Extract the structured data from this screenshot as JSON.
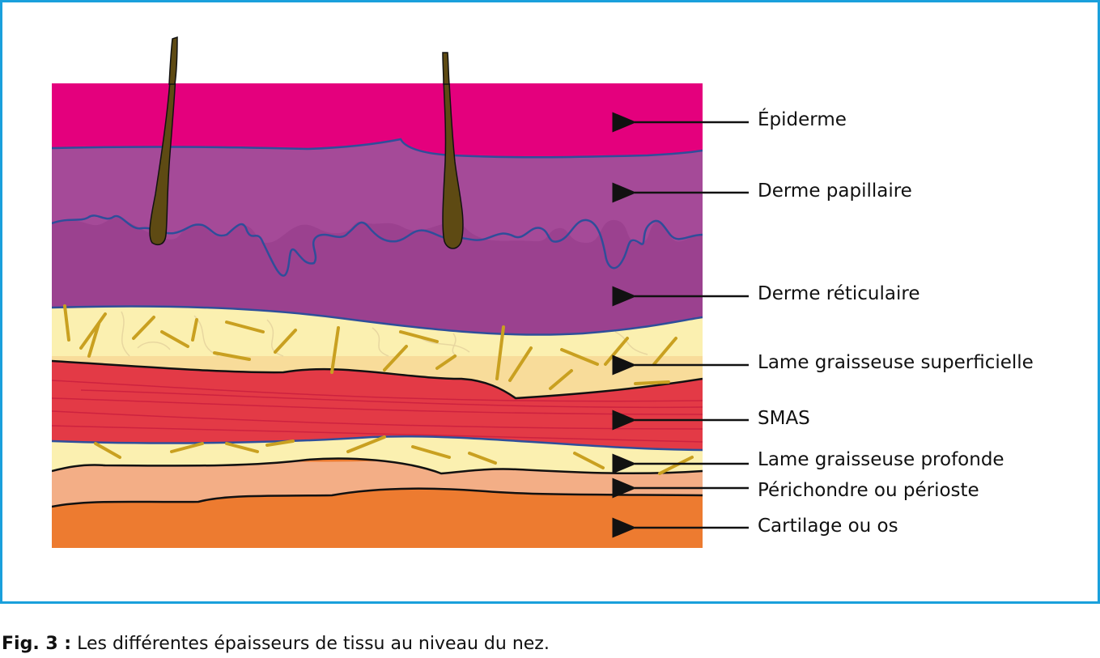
{
  "labels": {
    "epidermis": "Épiderme",
    "papillary": "Derme papillaire",
    "reticular": "Derme réticulaire",
    "superficial_fat": "Lame graisseuse superficielle",
    "smas": "SMAS",
    "deep_fat": "Lame graisseuse profonde",
    "perichondrium": "Périchondre ou périoste",
    "cartilage": "Cartilage ou os"
  },
  "caption": {
    "prefix": "Fig. 3 :",
    "text": "Les différentes épaisseurs de tissu au niveau du nez."
  },
  "colors": {
    "frame": "#1aa0dc",
    "epidermis": "#e4007d",
    "papillary": "#a54a98",
    "reticular": "#9b418f",
    "superficial_fat": "#fbf0b0",
    "smas": "#e33a46",
    "deep_fat": "#fbf0b0",
    "perichondrium": "#f3ae86",
    "cartilage": "#ed7b30",
    "hair": "#5e4a13",
    "fat_strands": "#c9a020"
  }
}
